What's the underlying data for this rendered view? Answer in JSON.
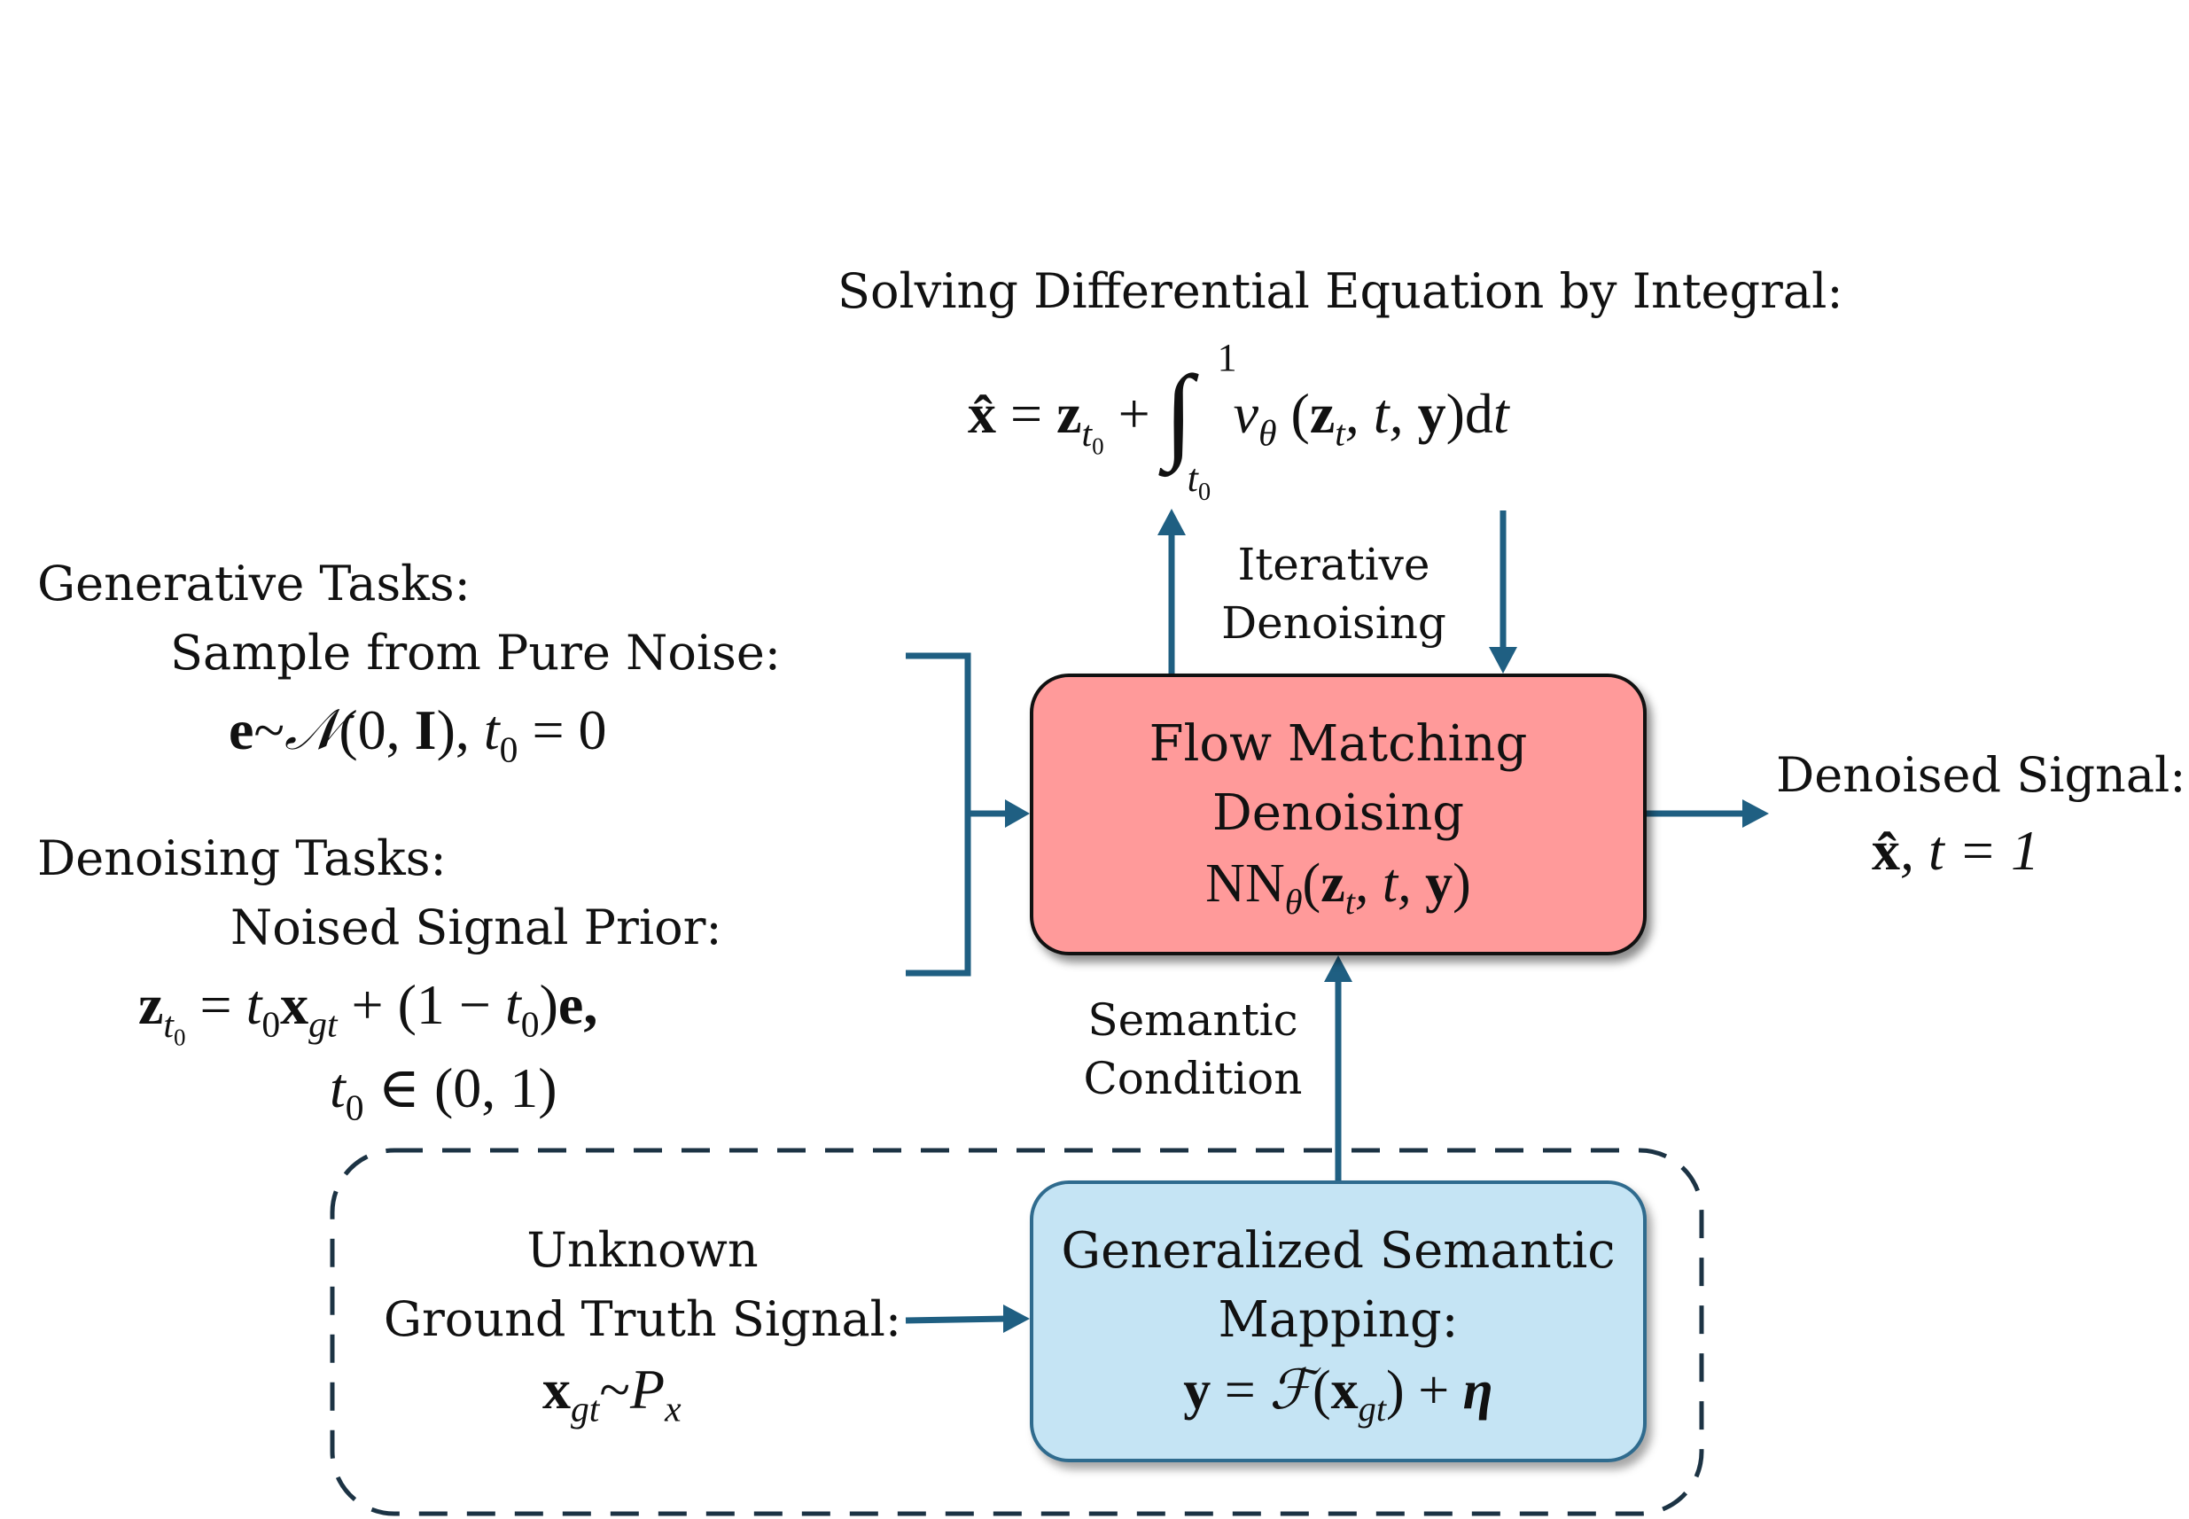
{
  "top": {
    "title": "Solving Differential Equation by Integral:",
    "equation": {
      "lhs": "x̂",
      "eq": " = ",
      "z": "z",
      "z_sub": "t",
      "z_sub_sub": "0",
      "plus": " + ",
      "int_upper": "1",
      "int_lower": "t",
      "int_lower_sub": "0",
      "v": "v",
      "v_sub": "θ",
      "args_open": " (",
      "args_z": "z",
      "args_z_sub": "t",
      "args_rest": ", t, ",
      "args_y": "y",
      "args_close": ")d",
      "dt": "t"
    }
  },
  "iterative_label": [
    "Iterative",
    "Denoising"
  ],
  "generative": {
    "heading": "Generative Tasks:",
    "sub": "Sample from Pure Noise:",
    "eq_e": "e",
    "eq_tilde": "~",
    "eq_N": "𝒩",
    "eq_args_open": "(0, ",
    "eq_I": "I",
    "eq_args_close": "), ",
    "eq_t": "t",
    "eq_t_sub": "0",
    "eq_tail": " = 0"
  },
  "denoising": {
    "heading": "Denoising Tasks:",
    "sub": "Noised Signal Prior:",
    "eq1_z": "z",
    "eq1_z_sub": "t",
    "eq1_z_sub_sub": "0",
    "eq1_mid": " = ",
    "eq1_t": "t",
    "eq1_t_sub": "0",
    "eq1_x": "x",
    "eq1_x_sub": "gt",
    "eq1_plus": " + (1 − ",
    "eq1_t2": "t",
    "eq1_t2_sub": "0",
    "eq1_close": ")",
    "eq1_e": "e",
    "eq1_comma": ",",
    "eq2_t": "t",
    "eq2_t_sub": "0",
    "eq2_rest": " ∈ (0, 1)"
  },
  "fm_box": {
    "line1": "Flow Matching",
    "line2": "Denoising",
    "nn": "NN",
    "nn_sub": "θ",
    "open": "(",
    "z": "z",
    "z_sub": "t",
    "mid": ", t, ",
    "y": "y",
    "close": ")"
  },
  "output": {
    "label": "Denoised Signal:",
    "x": "x̂",
    "rest": ", t = 1"
  },
  "semantic_label": [
    "Semantic",
    "Condition"
  ],
  "unknown": {
    "line1": "Unknown",
    "line2": "Ground Truth Signal:",
    "x": "x",
    "x_sub": "gt",
    "tilde": "~",
    "P": "P",
    "P_sub": "x"
  },
  "gsm_box": {
    "line1": "Generalized Semantic",
    "line2": "Mapping:",
    "y": "y",
    "eq": " = ",
    "F": "ℱ",
    "open": "(",
    "x": "x",
    "x_sub": "gt",
    "close": ")",
    "plus": " + ",
    "eta": "η"
  },
  "colors": {
    "arrow": "#1f5f82",
    "fm_fill": "#ff9a9a",
    "gsm_fill": "#c5e4f4",
    "dashed": "#1c3344"
  }
}
